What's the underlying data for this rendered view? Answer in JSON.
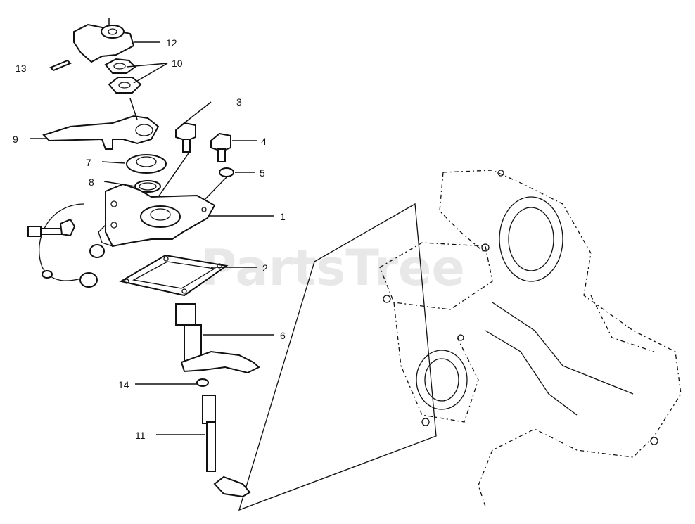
{
  "watermark": "PartsTree",
  "callouts": [
    {
      "id": "c1",
      "text": "1"
    },
    {
      "id": "c2",
      "text": "2"
    },
    {
      "id": "c3",
      "text": "3"
    },
    {
      "id": "c4",
      "text": "4"
    },
    {
      "id": "c5",
      "text": "5"
    },
    {
      "id": "c6",
      "text": "6"
    },
    {
      "id": "c7",
      "text": "7"
    },
    {
      "id": "c8",
      "text": "8"
    },
    {
      "id": "c9",
      "text": "9"
    },
    {
      "id": "c10",
      "text": "10"
    },
    {
      "id": "c11",
      "text": "11"
    },
    {
      "id": "c12",
      "text": "12"
    },
    {
      "id": "c13",
      "text": "13"
    },
    {
      "id": "c14",
      "text": "14"
    }
  ]
}
